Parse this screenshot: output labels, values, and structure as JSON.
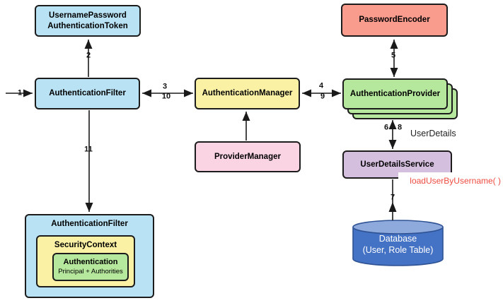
{
  "colors": {
    "blue": "#B9E3F5",
    "yellow": "#FAF1A4",
    "pink": "#FAD4E3",
    "salmon": "#F99B8D",
    "green": "#B5E79C",
    "purple": "#D5BFDF",
    "db_body": "#4472C4",
    "db_top": "#8EA9DB",
    "db_stroke": "#2E5293",
    "red_text": "#EE4B40",
    "line": "#1A1A1A",
    "canvas_bg": "#FFFFFF"
  },
  "boxes": {
    "username_password_token": {
      "line1": "UsernamePassword",
      "line2": "AuthenticationToken"
    },
    "authentication_filter": {
      "label": "AuthenticationFilter"
    },
    "authentication_manager": {
      "label": "AuthenticationManager"
    },
    "provider_manager": {
      "label": "ProviderManager"
    },
    "password_encoder": {
      "label": "PasswordEncoder"
    },
    "authentication_provider": {
      "label": "AuthenticationProvider"
    },
    "user_details_service": {
      "label": "UserDetailsService"
    },
    "database": {
      "line1": "Database",
      "line2": "(User, Role Table)"
    },
    "authentication_filter_bottom": {
      "label": "AuthenticationFilter"
    },
    "security_context": {
      "label": "SecurityContext"
    },
    "authentication": {
      "label": "Authentication",
      "sublabel": "Principal + Authorities"
    }
  },
  "steps": {
    "s1": "1",
    "s2": "2",
    "s3": "3",
    "s4": "4",
    "s5": "5",
    "s6": "6",
    "s7": "7",
    "s8": "8",
    "s9": "9",
    "s10": "10",
    "s11": "11"
  },
  "annotations": {
    "user_details": "UserDetails",
    "load_user_by_username": "loadUserByUsername( )"
  }
}
